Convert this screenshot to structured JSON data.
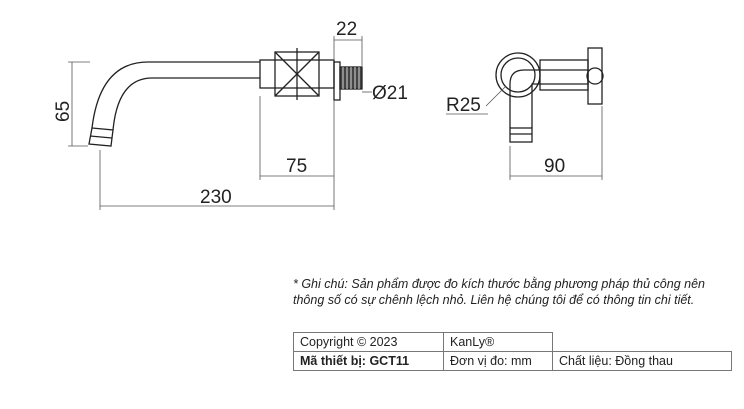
{
  "dimensions": {
    "flange_width": "22",
    "thread_diameter": "Ø21",
    "spout_height": "65",
    "handle_to_wall": "75",
    "total_length": "230",
    "radius": "R25",
    "side_depth": "90"
  },
  "note": "* Ghi chú: Sản phẩm được đo kích thước bằng phương pháp thủ công nên thông số có sự chênh lệch nhỏ. Liên hệ chúng tôi để có thông tin chi tiết.",
  "info_table": {
    "copyright": "Copyright © 2023",
    "brand": "KanLy®",
    "model": "Mã thiết bị: GCT11",
    "unit": "Đơn vị đo: mm",
    "material": "Chất liệu: Đồng thau"
  }
}
